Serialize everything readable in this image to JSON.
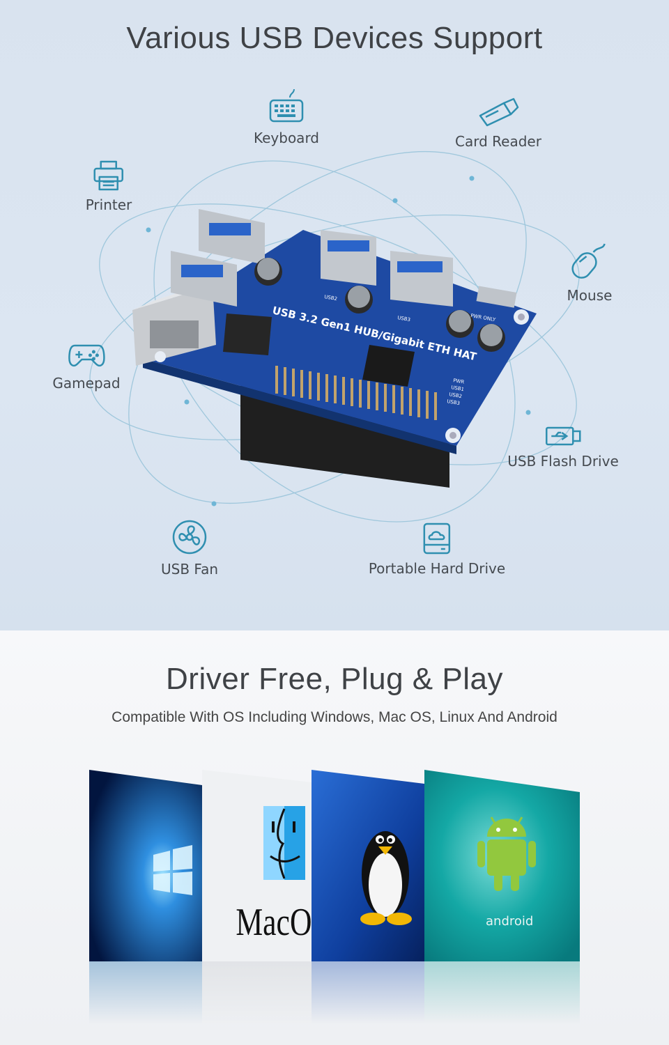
{
  "section1": {
    "title": "Various USB Devices Support",
    "devices": [
      {
        "label": "Keyboard",
        "icon": "keyboard-icon"
      },
      {
        "label": "Card Reader",
        "icon": "card-reader-icon"
      },
      {
        "label": "Printer",
        "icon": "printer-icon"
      },
      {
        "label": "Mouse",
        "icon": "mouse-icon"
      },
      {
        "label": "Gamepad",
        "icon": "gamepad-icon"
      },
      {
        "label": "USB Flash Drive",
        "icon": "usb-flash-drive-icon"
      },
      {
        "label": "USB Fan",
        "icon": "fan-icon"
      },
      {
        "label": "Portable Hard Drive",
        "icon": "hard-drive-icon"
      }
    ],
    "board": {
      "label": "USB 3.2 Gen1 HUB/Gigabit ETH HAT",
      "port_labels": [
        "USB2",
        "USB3"
      ],
      "led_labels": [
        "PWR",
        "USB1",
        "USB2",
        "USB3"
      ],
      "pwr_label": "PWR ONLY"
    }
  },
  "section2": {
    "title": "Driver Free, Plug & Play",
    "subtitle": "Compatible With OS Including Windows, Mac OS, Linux And Android",
    "os_panels": [
      {
        "name": "Windows",
        "icon": "windows-logo-icon"
      },
      {
        "name": "Mac OS",
        "icon": "mac-finder-icon",
        "text": "MacO"
      },
      {
        "name": "Linux",
        "icon": "linux-penguin-icon"
      },
      {
        "name": "Android",
        "icon": "android-robot-icon",
        "text": "android"
      }
    ]
  },
  "colors": {
    "top_bg": "#d9e3ef",
    "icon_blue": "#2f8fb0",
    "board_blue": "#1f4fa8",
    "heading": "#3f4246"
  }
}
